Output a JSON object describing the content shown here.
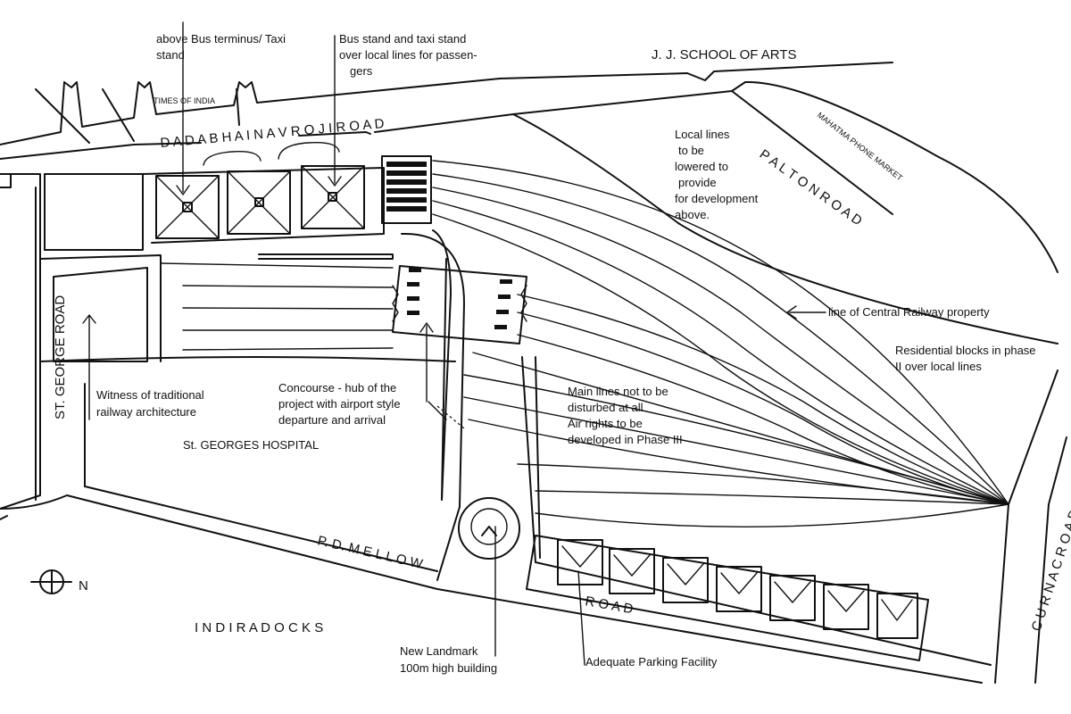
{
  "labels": {
    "bus_terminus_note": [
      "above Bus terminus/ Taxi",
      "stand"
    ],
    "bus_stand_note": [
      "Bus stand and taxi stand",
      "over local lines for passen-",
      "gers"
    ],
    "jj_school": "J. J. SCHOOL OF ARTS",
    "times_of_india": "TIMES OF INDIA",
    "dadabhai_road": "D A D A  B H A I  N A V R O J I  R O A D",
    "mahatma_phone_market": "MAHATMA PHONE MARKET",
    "palton_road": "P A L T O N  R O A D",
    "local_lines_note": [
      "Local lines",
      "to be",
      "lowered to",
      "provide",
      "for development",
      "above."
    ],
    "central_railway_note": "line of Central Railway property",
    "residential_note": [
      "Residential blocks in phase",
      "II over local lines"
    ],
    "st_george_road": "ST. GEORGE  ROAD",
    "witness_note": [
      "Witness of traditional",
      "railway architecture"
    ],
    "concourse_note": [
      "Concourse - hub of the",
      "project with airport style",
      "departure and arrival"
    ],
    "main_lines_note": [
      "Main lines not to be",
      "disturbed at all",
      "Air rights to be",
      "developed  in Phase III"
    ],
    "st_georges_hospital": "St. GEORGES HOSPITAL",
    "curnac_road": "C U R N A C  R O A D",
    "pd_mellow_road": "P.  D.  M E L L O W",
    "road_lower": "R O A D",
    "north_label": "N",
    "indira_docks": "I N D I R A       D O C K S",
    "landmark_note": [
      "New Landmark",
      "100m high building"
    ],
    "parking_note": "Adequate Parking Facility"
  }
}
